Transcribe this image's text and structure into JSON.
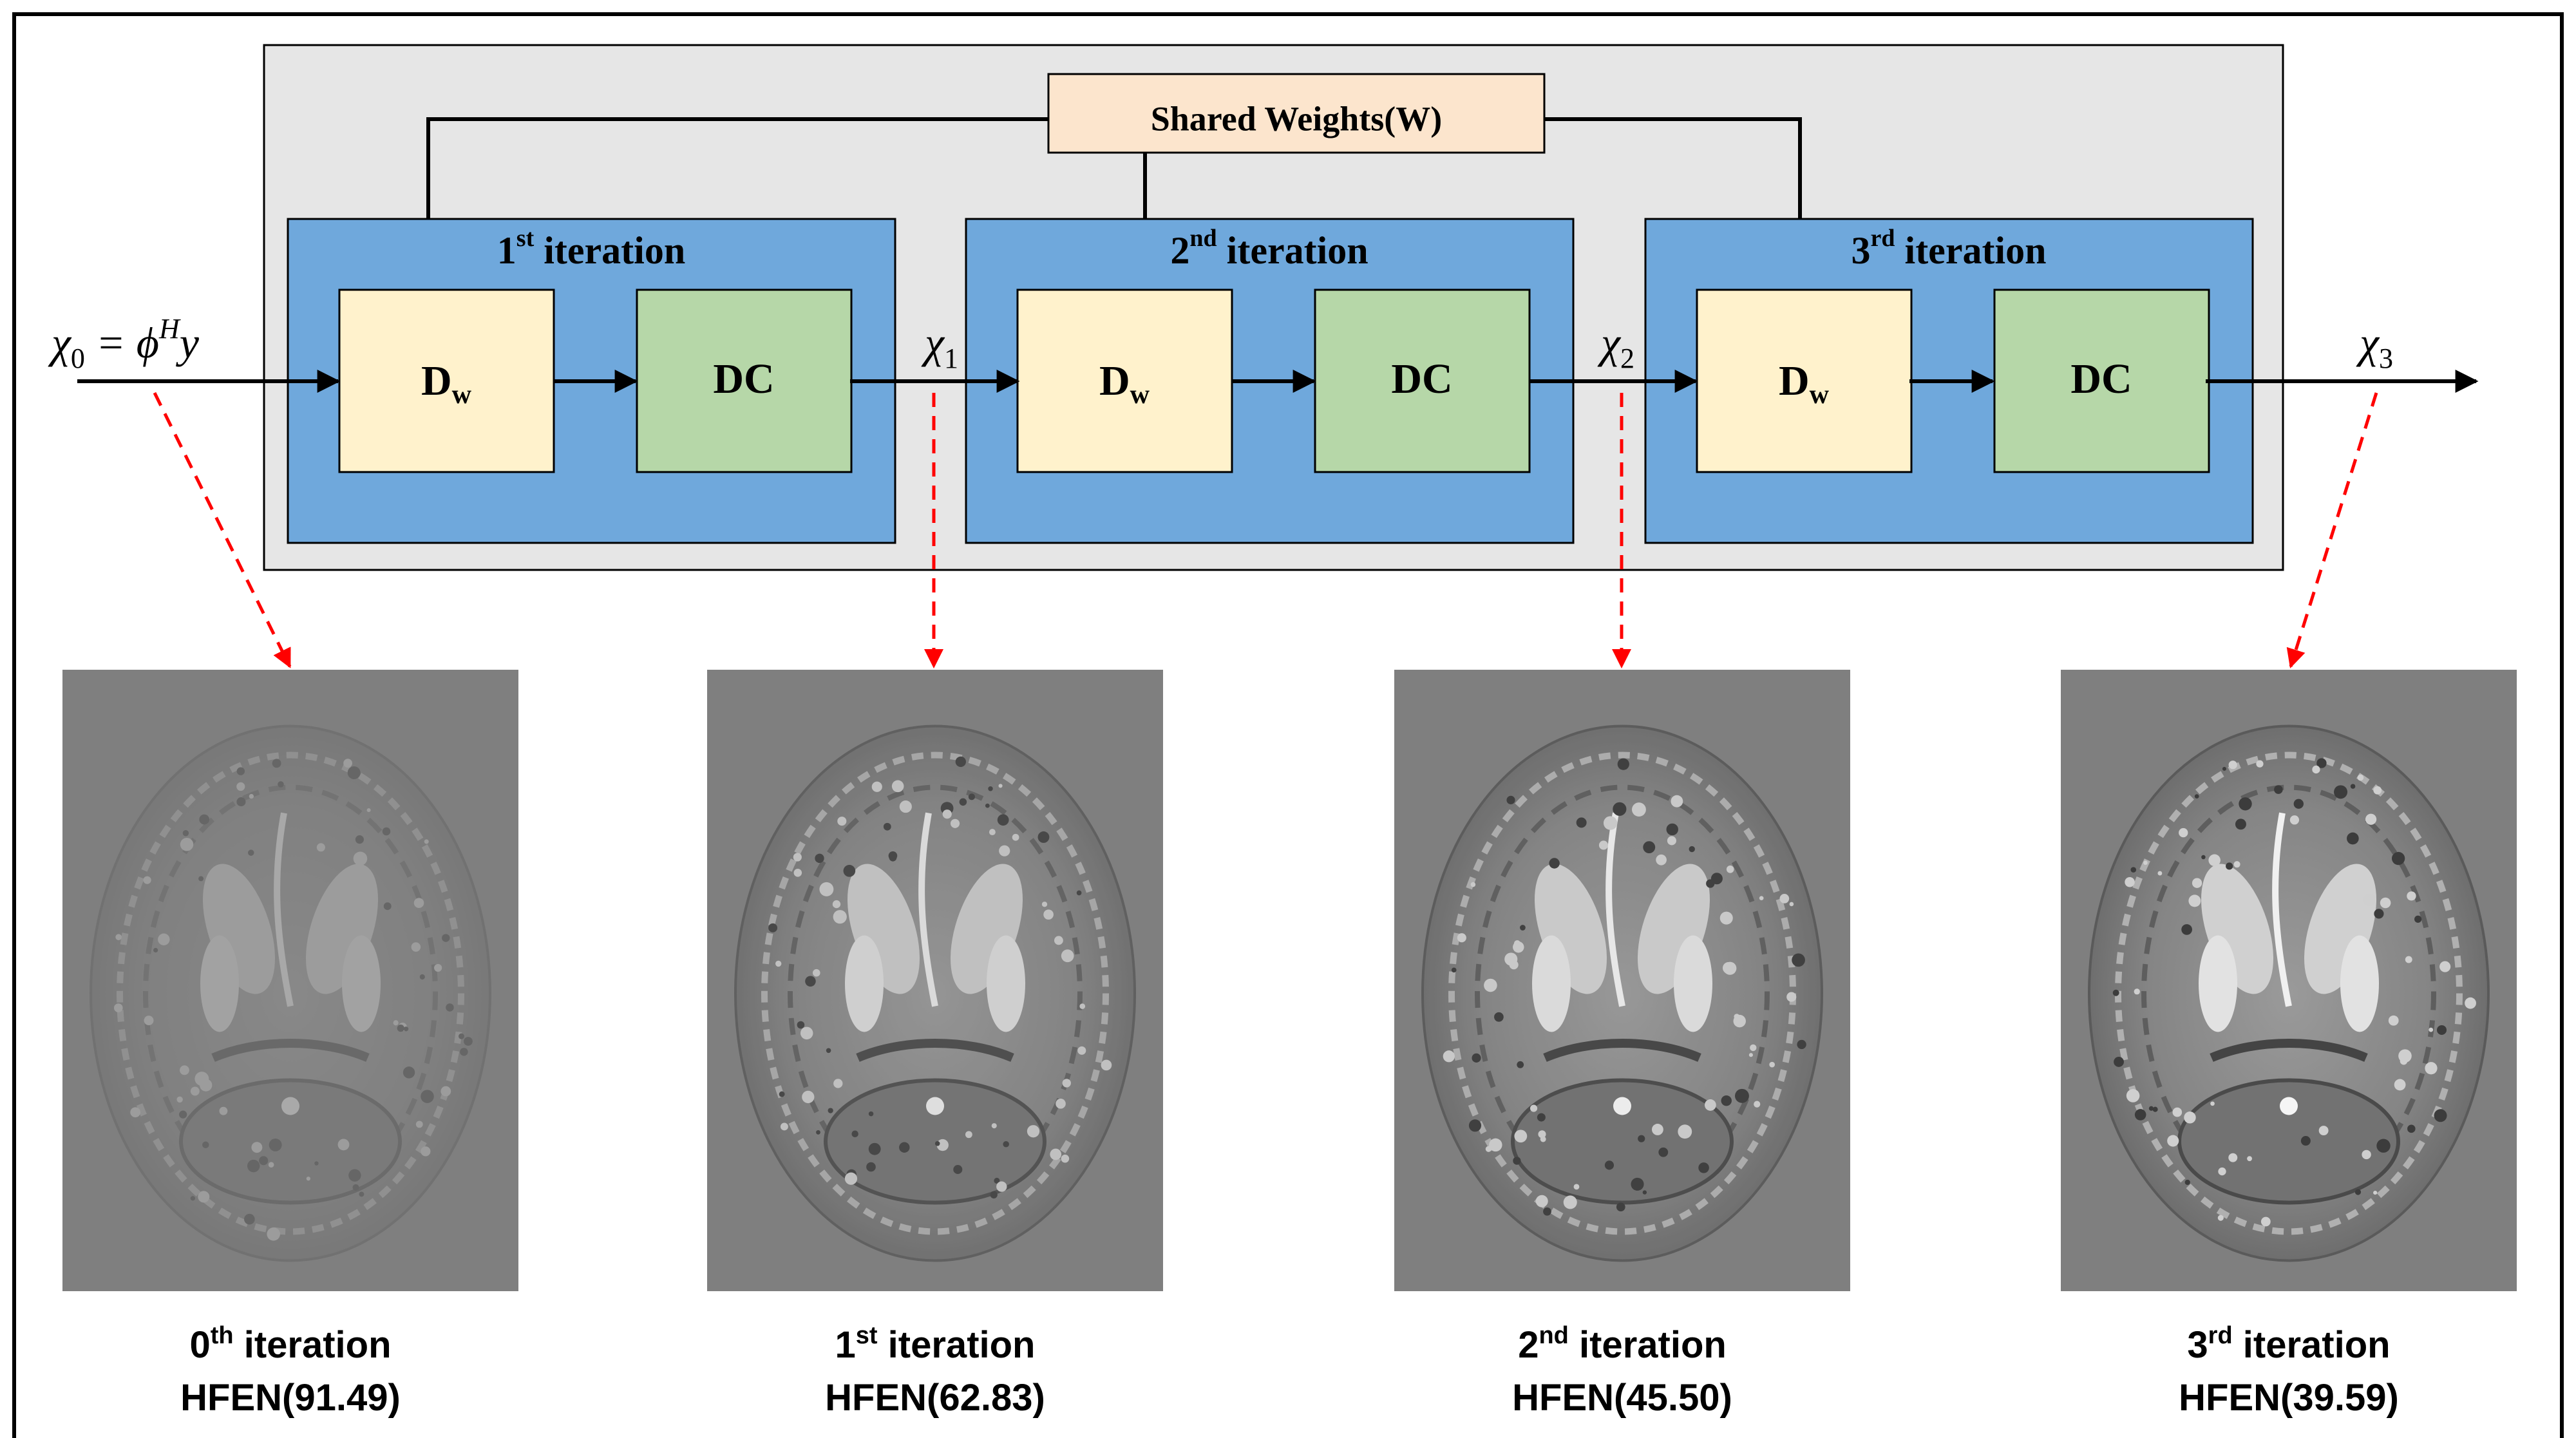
{
  "shared_weights": {
    "label": "Shared Weights(W)"
  },
  "stages": [
    {
      "ordinal": "1",
      "suffix": "st",
      "word": "iteration",
      "denoiser": "D",
      "denoiser_sub": "w",
      "dc": "DC"
    },
    {
      "ordinal": "2",
      "suffix": "nd",
      "word": "iteration",
      "denoiser": "D",
      "denoiser_sub": "w",
      "dc": "DC"
    },
    {
      "ordinal": "3",
      "suffix": "rd",
      "word": "iteration",
      "denoiser": "D",
      "denoiser_sub": "w",
      "dc": "DC"
    }
  ],
  "signals": [
    {
      "symbol": "χ",
      "sub": "0",
      "rest": " = ϕ",
      "rest_sup": "H",
      "tail": "y"
    },
    {
      "symbol": "χ",
      "sub": "1"
    },
    {
      "symbol": "χ",
      "sub": "2"
    },
    {
      "symbol": "χ",
      "sub": "3"
    }
  ],
  "results": [
    {
      "ordinal": "0",
      "suffix": "th",
      "word": "iteration",
      "metric": "HFEN(91.49)",
      "contrast": 0.15
    },
    {
      "ordinal": "1",
      "suffix": "st",
      "word": "iteration",
      "metric": "HFEN(62.83)",
      "contrast": 0.75
    },
    {
      "ordinal": "2",
      "suffix": "nd",
      "word": "iteration",
      "metric": "HFEN(45.50)",
      "contrast": 0.9
    },
    {
      "ordinal": "3",
      "suffix": "rd",
      "word": "iteration",
      "metric": "HFEN(39.59)",
      "contrast": 1.0
    }
  ],
  "colors": {
    "outer_panel": "#e6e6e6",
    "stage_block": "#6fa8dc",
    "denoiser_block": "#fff2cc",
    "dc_block": "#b6d7a8",
    "shared_weights_box": "#fce5cd",
    "dashed_arrow": "#ff0000",
    "image_background": "#7f7f7f"
  }
}
